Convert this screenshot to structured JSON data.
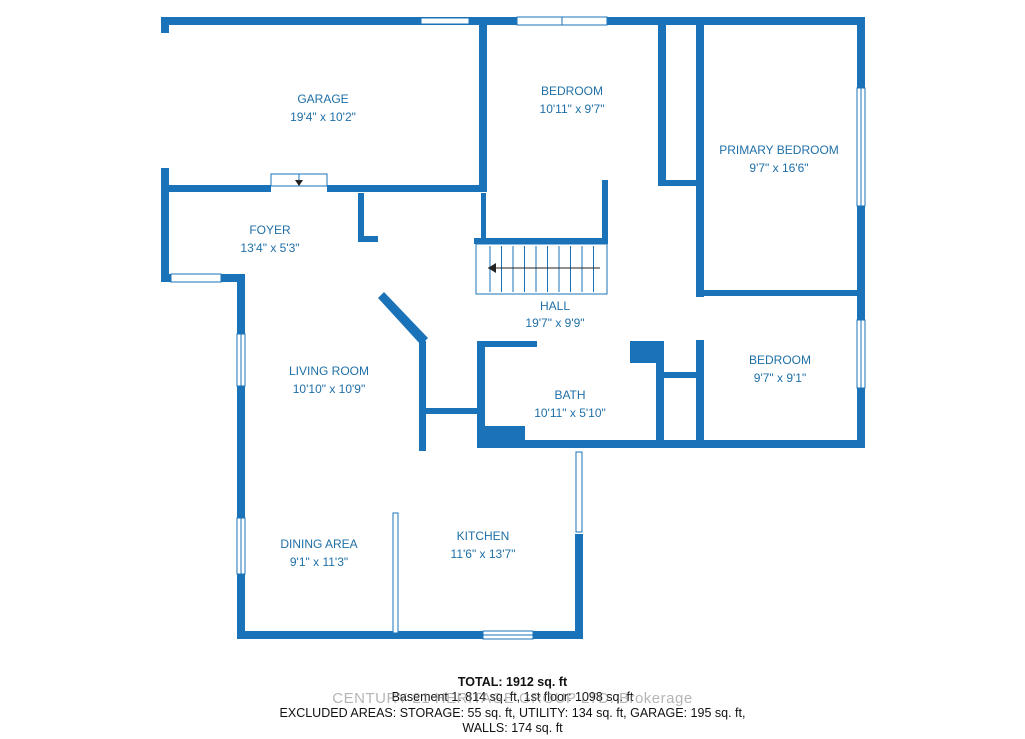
{
  "rooms": [
    {
      "name": "GARAGE",
      "dims": "19'4\" x 10'2\""
    },
    {
      "name": "BEDROOM",
      "dims": "10'11\" x 9'7\""
    },
    {
      "name": "PRIMARY BEDROOM",
      "dims": "9'7\" x 16'6\""
    },
    {
      "name": "FOYER",
      "dims": "13'4\" x 5'3\""
    },
    {
      "name": "HALL",
      "dims": "19'7\" x 9'9\""
    },
    {
      "name": "BEDROOM",
      "dims": "9'7\" x 9'1\""
    },
    {
      "name": "LIVING ROOM",
      "dims": "10'10\" x 10'9\""
    },
    {
      "name": "BATH",
      "dims": "10'11\" x 5'10\""
    },
    {
      "name": "DINING AREA",
      "dims": "9'1\" x 11'3\""
    },
    {
      "name": "KITCHEN",
      "dims": "11'6\" x 13'7\""
    }
  ],
  "summary": {
    "total": "TOTAL: 1912 sq. ft",
    "floors": "Basement 1: 814 sq. ft, 1st floor: 1098 sq. ft",
    "excluded": "EXCLUDED AREAS: STORAGE: 55 sq. ft, UTILITY: 134 sq. ft, GARAGE: 195 sq. ft,",
    "walls": "WALLS: 174 sq. ft"
  },
  "watermark": "CENTURY 21 HERITAGE GROUP LTD. Brokerage",
  "colors": {
    "wall": "#1a73b8",
    "label": "#1f6fa6"
  }
}
